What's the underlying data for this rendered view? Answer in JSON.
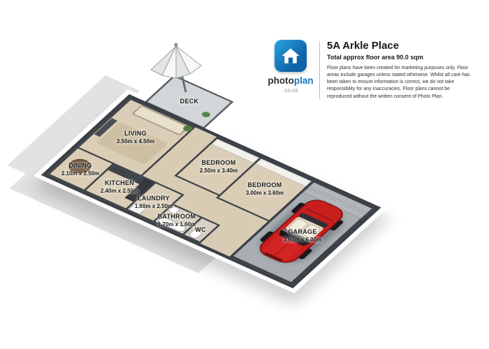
{
  "header": {
    "title": "5A Arkle Place",
    "subtitle": "Total approx floor area 90.0 sqm",
    "disclaimer": "Floor plans have been created for marketing purposes only. Floor areas include garages unless stated otherwise. Whilst all care has been taken to ensure information is correct, we do not take responsibility for any inaccuracies. Floor plans cannot be reproduced without the written consent of Photo Plan.",
    "logo": {
      "brand_primary": "photo",
      "brand_secondary": "plan",
      "brand_suffix": ".co.nz",
      "icon": "house-icon",
      "brand_color": "#1679c0"
    }
  },
  "floorplan": {
    "rooms": [
      {
        "name": "DECK",
        "dims": ""
      },
      {
        "name": "LIVING",
        "dims": "3.50m x 4.50m"
      },
      {
        "name": "DINING",
        "dims": "2.10m x 2.50m"
      },
      {
        "name": "KITCHEN",
        "dims": "2.40m x 2.50m"
      },
      {
        "name": "BEDROOM",
        "dims": "2.50m x 3.40m"
      },
      {
        "name": "BEDROOM",
        "dims": "3.00m x 3.60m"
      },
      {
        "name": "LAUNDRY",
        "dims": "1.60m x 2.50m"
      },
      {
        "name": "BATHROOM",
        "dims": "1.70m x 1.60m"
      },
      {
        "name": "WC",
        "dims": ""
      },
      {
        "name": "GARAGE",
        "dims": "3.60m x 6.00m"
      }
    ],
    "colors": {
      "wall": "#3b4046",
      "floor": "#d9ccb4",
      "deck": "#d3d6d8",
      "garage_floor": "#a9aeb2",
      "car": "#c81e1e"
    }
  }
}
